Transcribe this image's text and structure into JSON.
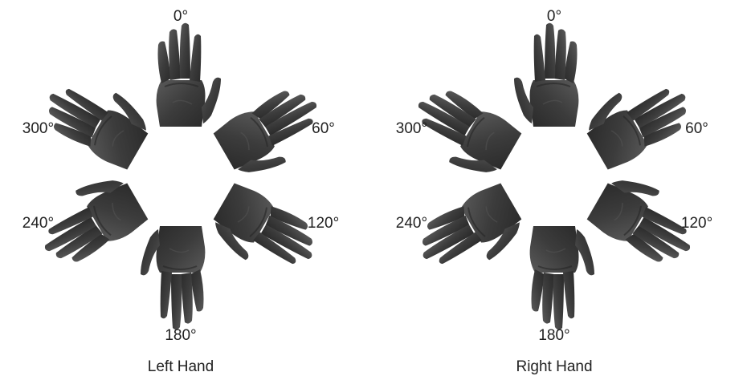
{
  "diagrams": [
    {
      "caption": "Left Hand",
      "hand": "left",
      "labels": [
        "0°",
        "60°",
        "120°",
        "180°",
        "240°",
        "300°"
      ]
    },
    {
      "caption": "Right Hand",
      "hand": "right",
      "labels": [
        "0°",
        "60°",
        "120°",
        "180°",
        "240°",
        "300°"
      ]
    }
  ],
  "rotations_deg": [
    0,
    60,
    120,
    180,
    240,
    300
  ],
  "colors": {
    "hand_dark": "#2e2e2e",
    "hand_mid": "#4a4a4a",
    "hand_light": "#666666",
    "text": "#222222"
  }
}
